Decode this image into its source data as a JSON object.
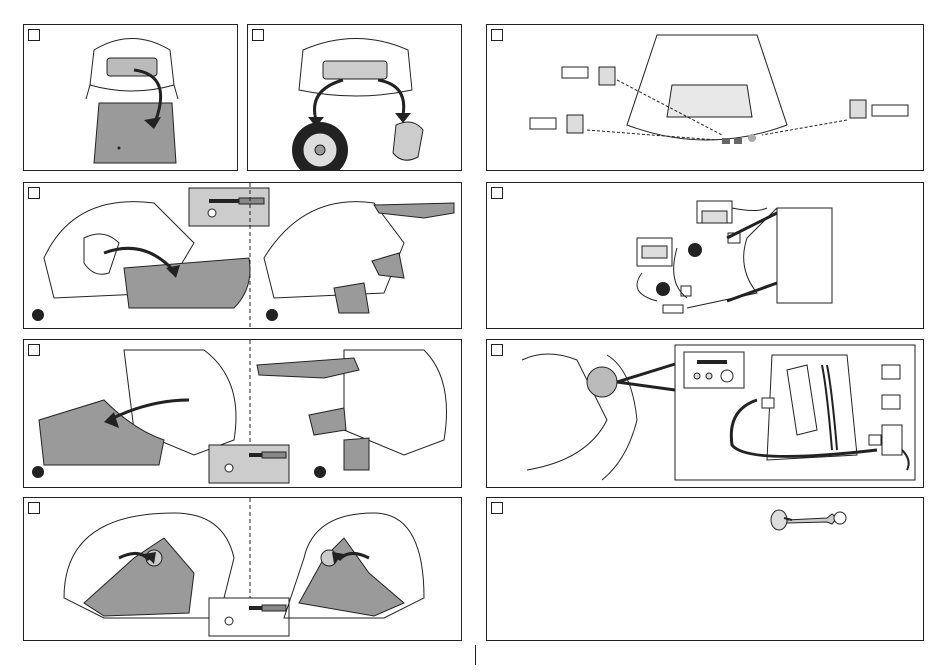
{
  "page": {
    "title": ""
  },
  "panels": [
    {
      "id": "p1",
      "step": ""
    },
    {
      "id": "p2",
      "step": ""
    },
    {
      "id": "p3",
      "step": ""
    },
    {
      "id": "p4",
      "step": ""
    },
    {
      "id": "p5",
      "step": ""
    },
    {
      "id": "p6",
      "step": ""
    },
    {
      "id": "p7",
      "step": ""
    },
    {
      "id": "p8",
      "step": ""
    },
    {
      "id": "p9",
      "step": ""
    },
    {
      "id": "p10",
      "step": ""
    }
  ],
  "icons": [
    "screwdriver-icon",
    "torx-screw-icon",
    "relay-icon",
    "key-icon",
    "ratchet-icon",
    "connector-icon"
  ],
  "colors": {
    "stroke": "#222222",
    "part_fill": "#9a9a9a",
    "callout_fill": "#ffffff",
    "marker_fill": "#222222"
  }
}
